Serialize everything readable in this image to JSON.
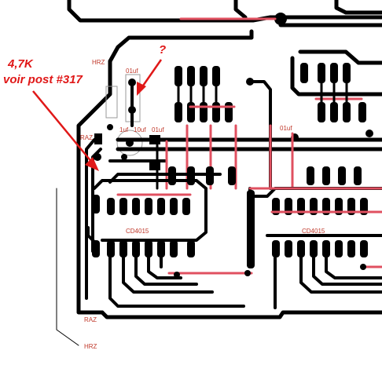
{
  "annotations": {
    "value": "4,7K",
    "reference": "voir post #317",
    "question": "?"
  },
  "silkscreen": {
    "hrz_top": "HRZ",
    "raz_left": "RAZ",
    "cap_01uf_a": "01uf",
    "cap_10uf_a": "1uf",
    "cap_10uf_b": "10uf",
    "cap_01uf_b": "01uf",
    "cap_01uf_c": "01uf",
    "ic_left": "CD4015",
    "ic_right": "CD4015",
    "raz_bottom": "RAZ",
    "hrz_bottom": "HRZ"
  },
  "colors": {
    "trace": "#000000",
    "jumper": "#e05060",
    "annotation": "#e01818",
    "silkscreen": "#c0392b"
  }
}
